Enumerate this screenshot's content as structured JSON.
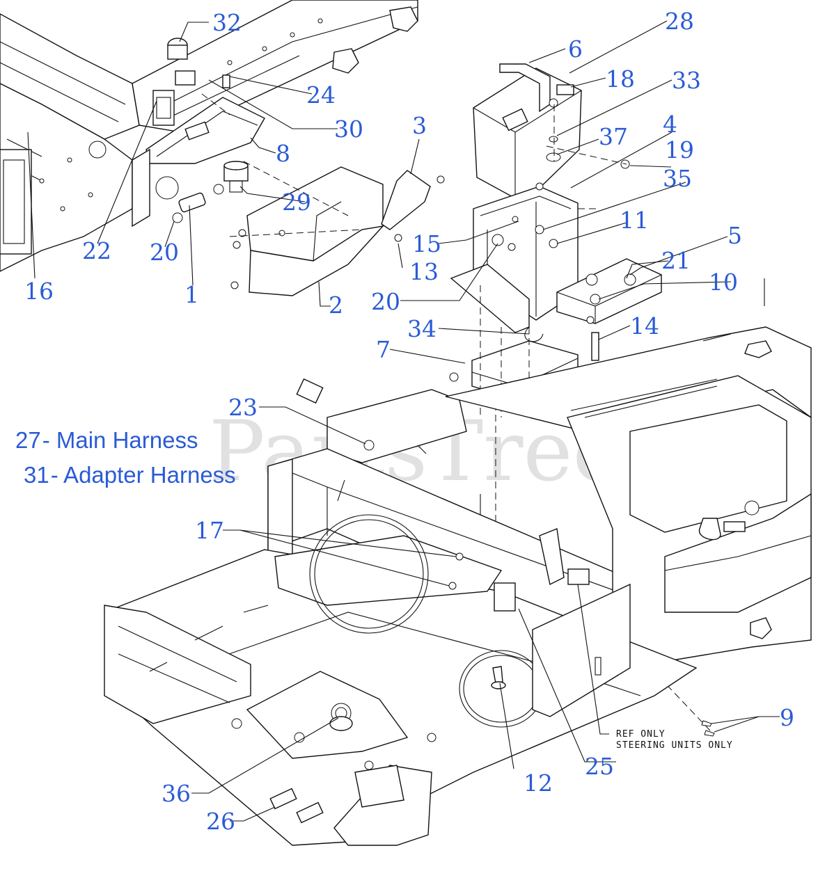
{
  "watermark": {
    "text": "PartsTree",
    "trademark": "™"
  },
  "legend": [
    {
      "number": "27",
      "label": "- Main Harness"
    },
    {
      "number": "31",
      "label": "- Adapter Harness"
    }
  ],
  "note": {
    "line1": "REF ONLY",
    "line2": "STEERING UNITS ONLY"
  },
  "callouts": [
    "32",
    "28",
    "6",
    "18",
    "33",
    "24",
    "30",
    "3",
    "4",
    "37",
    "19",
    "8",
    "35",
    "29",
    "11",
    "15",
    "5",
    "22",
    "20",
    "13",
    "21",
    "1",
    "10",
    "16",
    "2",
    "20",
    "34",
    "14",
    "7",
    "23",
    "17",
    "9",
    "25",
    "12",
    "36",
    "26"
  ]
}
